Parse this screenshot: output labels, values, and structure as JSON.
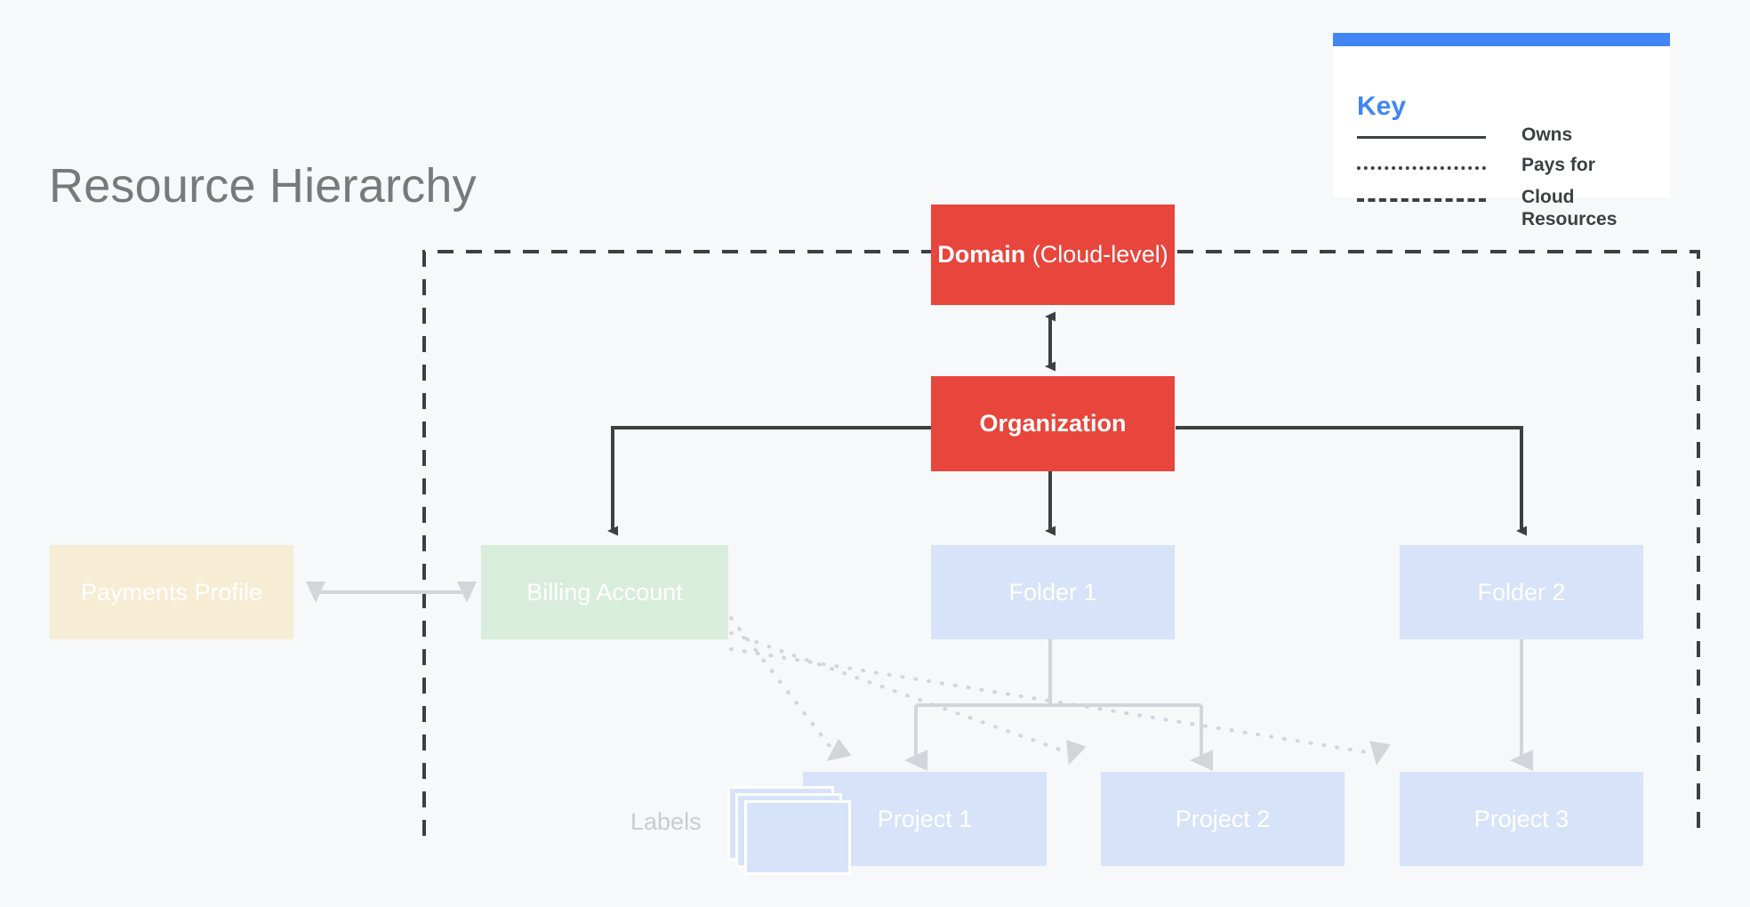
{
  "page": {
    "title": "Resource Hierarchy",
    "background_color": "#F6F8FA"
  },
  "legend": {
    "title": "Key",
    "accent_color": "#4285F4",
    "items": [
      {
        "style": "solid",
        "label": "Owns"
      },
      {
        "style": "dotted",
        "label": "Pays for"
      },
      {
        "style": "dashed",
        "label": "Cloud Resources"
      }
    ]
  },
  "diagram": {
    "labels_caption": "Labels",
    "cloud_boundary": {
      "style": "dashed",
      "color": "#3C4043"
    },
    "nodes": {
      "domain": {
        "title_bold": "Domain",
        "title_regular": "(Cloud-level)",
        "color": "#E8453C"
      },
      "organization": {
        "title": "Organization",
        "color": "#E8453C"
      },
      "payments_profile": {
        "title": "Payments Profile",
        "color": "#F7EDD4"
      },
      "billing_account": {
        "title": "Billing Account",
        "color": "#D9EDDC"
      },
      "folder_1": {
        "title": "Folder 1",
        "color": "#D7E3F8"
      },
      "folder_2": {
        "title": "Folder 2",
        "color": "#D7E3F8"
      },
      "project_1": {
        "title": "Project 1",
        "color": "#D7E3F8"
      },
      "project_2": {
        "title": "Project 2",
        "color": "#D7E3F8"
      },
      "project_3": {
        "title": "Project 3",
        "color": "#D7E3F8"
      }
    },
    "edges": [
      {
        "from": "domain",
        "to": "organization",
        "relation": "owns",
        "style": "solid",
        "arrows": "both"
      },
      {
        "from": "organization",
        "to": "billing_account",
        "relation": "owns",
        "style": "solid",
        "arrows": "to"
      },
      {
        "from": "organization",
        "to": "folder_1",
        "relation": "owns",
        "style": "solid",
        "arrows": "to"
      },
      {
        "from": "organization",
        "to": "folder_2",
        "relation": "owns",
        "style": "solid",
        "arrows": "to"
      },
      {
        "from": "payments_profile",
        "to": "billing_account",
        "relation": "pays for",
        "style": "solid",
        "arrows": "both"
      },
      {
        "from": "folder_1",
        "to": "project_1",
        "relation": "owns",
        "style": "solid",
        "arrows": "to"
      },
      {
        "from": "folder_1",
        "to": "project_2",
        "relation": "owns",
        "style": "solid",
        "arrows": "to"
      },
      {
        "from": "folder_2",
        "to": "project_3",
        "relation": "owns",
        "style": "solid",
        "arrows": "to"
      },
      {
        "from": "billing_account",
        "to": "project_1",
        "relation": "pays for",
        "style": "dotted",
        "arrows": "to"
      },
      {
        "from": "billing_account",
        "to": "project_2",
        "relation": "pays for",
        "style": "dotted",
        "arrows": "to"
      },
      {
        "from": "billing_account",
        "to": "project_3",
        "relation": "pays for",
        "style": "dotted",
        "arrows": "to"
      }
    ]
  }
}
